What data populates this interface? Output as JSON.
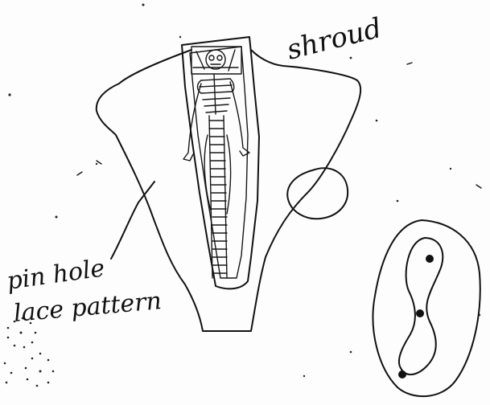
{
  "labels": {
    "shroud": "shroud",
    "pinhole_line1": "pin hole",
    "pinhole_line2": "lace pattern"
  },
  "colors": {
    "ink": "#111111",
    "paper": "#fdfdfd"
  }
}
